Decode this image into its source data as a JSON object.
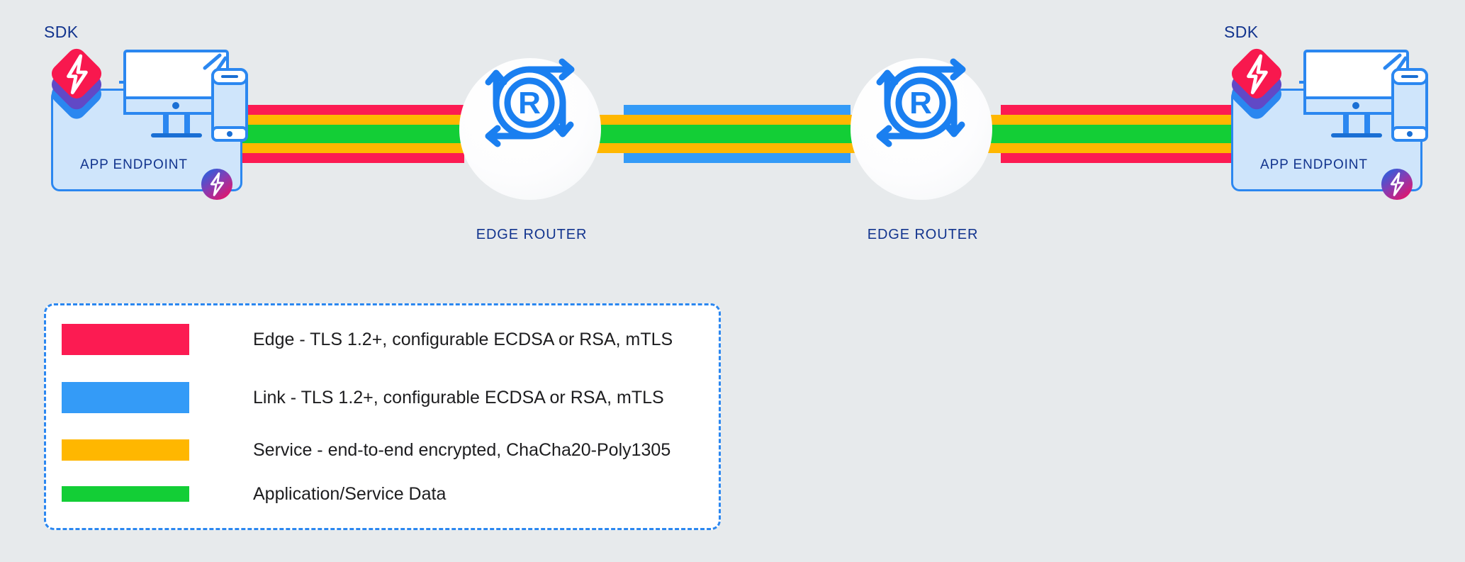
{
  "diagram": {
    "background_color": "#e7eaec",
    "title_color": "#12348e",
    "nodes": {
      "left_endpoint": {
        "sdk_label": "SDK",
        "endpoint_label": "APP ENDPOINT",
        "sdk_icon": "sdk-stack-icon",
        "device_icon": "monitor-phone-icon",
        "badge_icon": "ziti-bolt-badge-icon"
      },
      "right_endpoint": {
        "sdk_label": "SDK",
        "endpoint_label": "APP ENDPOINT",
        "sdk_icon": "sdk-stack-icon",
        "device_icon": "monitor-phone-icon",
        "badge_icon": "ziti-bolt-badge-icon"
      },
      "router_left": {
        "label": "EDGE ROUTER",
        "icon": "edge-router-icon"
      },
      "router_right": {
        "label": "EDGE ROUTER",
        "icon": "edge-router-icon"
      }
    },
    "link_colors": {
      "edge": "#fc1b52",
      "link": "#349bf7",
      "service": "#ffb700",
      "application_data": "#13ce36",
      "endpoint_fill": "#cfe5fb",
      "endpoint_stroke": "#2b87f0",
      "router_blue": "#1a7ff0"
    }
  },
  "legend": {
    "border_color": "#2b87f0",
    "items": [
      {
        "color": "#fc1b52",
        "label": "Edge - TLS 1.2+, configurable ECDSA or RSA, mTLS",
        "name": "edge"
      },
      {
        "color": "#349bf7",
        "label": "Link - TLS 1.2+, configurable ECDSA or RSA, mTLS",
        "name": "link"
      },
      {
        "color": "#ffb700",
        "label": "Service - end-to-end encrypted, ChaCha20-Poly1305",
        "name": "service"
      },
      {
        "color": "#13ce36",
        "label": "Application/Service Data",
        "name": "application-data"
      }
    ]
  }
}
